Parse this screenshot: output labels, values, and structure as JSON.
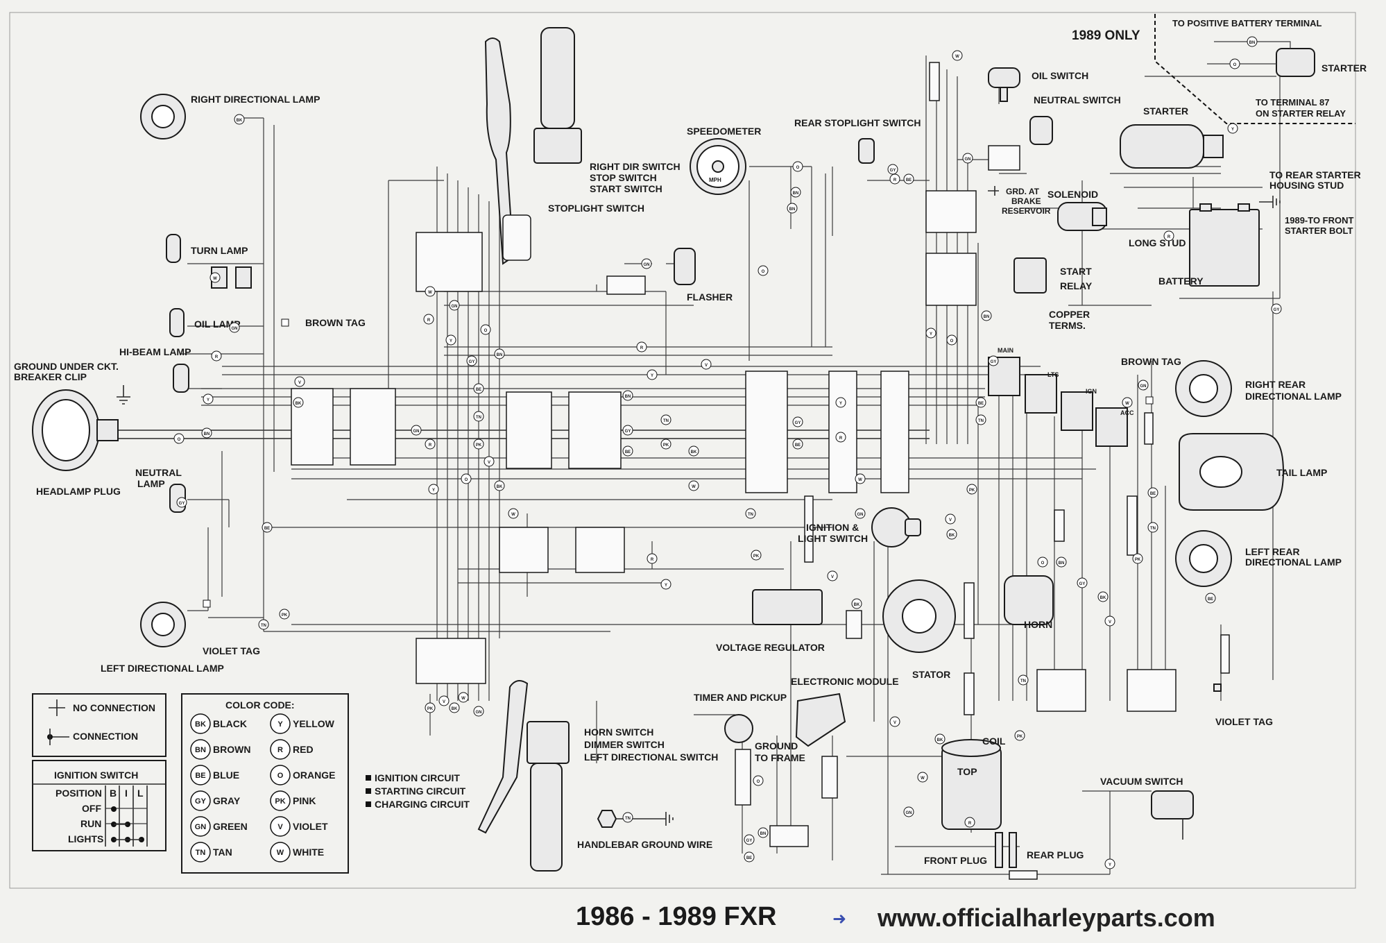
{
  "header": {
    "year_note": "1989 ONLY"
  },
  "labels": {
    "right_directional_lamp": "RIGHT DIRECTIONAL LAMP",
    "turn_lamp": "TURN LAMP",
    "oil_lamp": "OIL LAMP",
    "hi_beam_lamp": "HI-BEAM LAMP",
    "ground_under": "GROUND UNDER CKT.",
    "breaker_clip": "BREAKER CLIP",
    "headlamp_plug": "HEADLAMP PLUG",
    "neutral_lamp_1": "NEUTRAL",
    "neutral_lamp_2": "LAMP",
    "brown_tag_left": "BROWN TAG",
    "violet_tag_left": "VIOLET TAG",
    "left_directional_lamp": "LEFT DIRECTIONAL LAMP",
    "right_dir_switch": "RIGHT DIR SWITCH",
    "stop_switch": "STOP SWITCH",
    "start_switch": "START SWITCH",
    "stoplight_switch": "STOPLIGHT SWITCH",
    "speedometer": "SPEEDOMETER",
    "mph": "MPH",
    "flasher": "FLASHER",
    "rear_stoplight_switch": "REAR STOPLIGHT SWITCH",
    "oil_switch": "OIL SWITCH",
    "neutral_switch": "NEUTRAL SWITCH",
    "to_positive_battery": "TO POSITIVE BATTERY TERMINAL",
    "starter_relay_note": "STARTER",
    "to_terminal_87_1": "TO TERMINAL 87",
    "to_terminal_87_2": "ON STARTER RELAY",
    "starter": "STARTER",
    "grd_1": "GRD. AT",
    "grd_2": "BRAKE",
    "grd_3": "RESERVOIR",
    "solenoid": "SOLENOID",
    "long_stud": "LONG STUD",
    "to_rear_starter_1": "TO REAR STARTER",
    "to_rear_starter_2": "HOUSING STUD",
    "front_starter_1": "1989-TO FRONT",
    "front_starter_2": "STARTER BOLT",
    "start_relay_1": "START",
    "start_relay_2": "RELAY",
    "battery": "BATTERY",
    "copper_terms_1": "COPPER",
    "copper_terms_2": "TERMS.",
    "brown_tag_right": "BROWN TAG",
    "right_rear_1": "RIGHT REAR",
    "right_rear_2": "DIRECTIONAL LAMP",
    "tail_lamp": "TAIL LAMP",
    "left_rear_1": "LEFT REAR",
    "left_rear_2": "DIRECTIONAL LAMP",
    "ignition_light_1": "IGNITION &",
    "ignition_light_2": "LIGHT SWITCH",
    "horn": "HORN",
    "voltage_regulator": "VOLTAGE REGULATOR",
    "stator": "STATOR",
    "violet_tag_right": "VIOLET TAG",
    "electronic_module": "ELECTRONIC MODULE",
    "timer_pickup": "TIMER AND PICKUP",
    "ground_frame_1": "GROUND",
    "ground_frame_2": "TO FRAME",
    "coil": "COIL",
    "top": "TOP",
    "front_plug": "FRONT PLUG",
    "rear_plug": "REAR PLUG",
    "vacuum_switch": "VACUUM SWITCH",
    "horn_switch": "HORN SWITCH",
    "dimmer_switch": "DIMMER SWITCH",
    "left_dir_switch": "LEFT DIRECTIONAL SWITCH",
    "handlebar_ground": "HANDLEBAR GROUND WIRE",
    "main": "MAIN",
    "lts": "LTS",
    "ign": "IGN",
    "acc": "ACC"
  },
  "circuits": [
    "IGNITION CIRCUIT",
    "STARTING CIRCUIT",
    "CHARGING CIRCUIT"
  ],
  "legend": {
    "no_connection": "NO CONNECTION",
    "connection": "CONNECTION",
    "ignition_switch_title": "IGNITION SWITCH",
    "position_header": "POSITION",
    "cols": [
      "B",
      "I",
      "L"
    ],
    "rows": [
      "OFF",
      "RUN",
      "LIGHTS"
    ]
  },
  "color_code": {
    "title": "COLOR CODE:",
    "items": [
      {
        "code": "BK",
        "name": "BLACK"
      },
      {
        "code": "Y",
        "name": "YELLOW"
      },
      {
        "code": "BN",
        "name": "BROWN"
      },
      {
        "code": "R",
        "name": "RED"
      },
      {
        "code": "BE",
        "name": "BLUE"
      },
      {
        "code": "O",
        "name": "ORANGE"
      },
      {
        "code": "GY",
        "name": "GRAY"
      },
      {
        "code": "PK",
        "name": "PINK"
      },
      {
        "code": "GN",
        "name": "GREEN"
      },
      {
        "code": "V",
        "name": "VIOLET"
      },
      {
        "code": "TN",
        "name": "TAN"
      },
      {
        "code": "W",
        "name": "WHITE"
      }
    ]
  },
  "wire_tags": [
    "BK",
    "W",
    "GN",
    "R",
    "Y",
    "O",
    "BN",
    "GY",
    "BE",
    "TN",
    "PK",
    "V"
  ],
  "footer": {
    "title": "1986 - 1989 FXR",
    "arrow": "➜",
    "url": "www.officialharleyparts.com"
  }
}
